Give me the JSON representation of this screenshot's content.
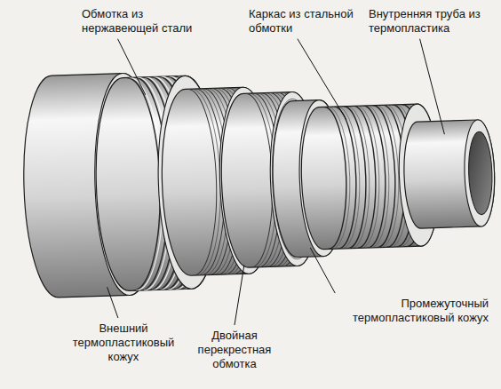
{
  "diagram": {
    "labels": [
      "Обмотка из нержавеющей стали",
      "Каркас из стальной обмотки",
      "Внутренняя труба из термопластика",
      "Промежуточный термопластиковый кожух",
      "Внешний термопластиковый кожух",
      "Двойная перекрестная обмотка"
    ]
  }
}
